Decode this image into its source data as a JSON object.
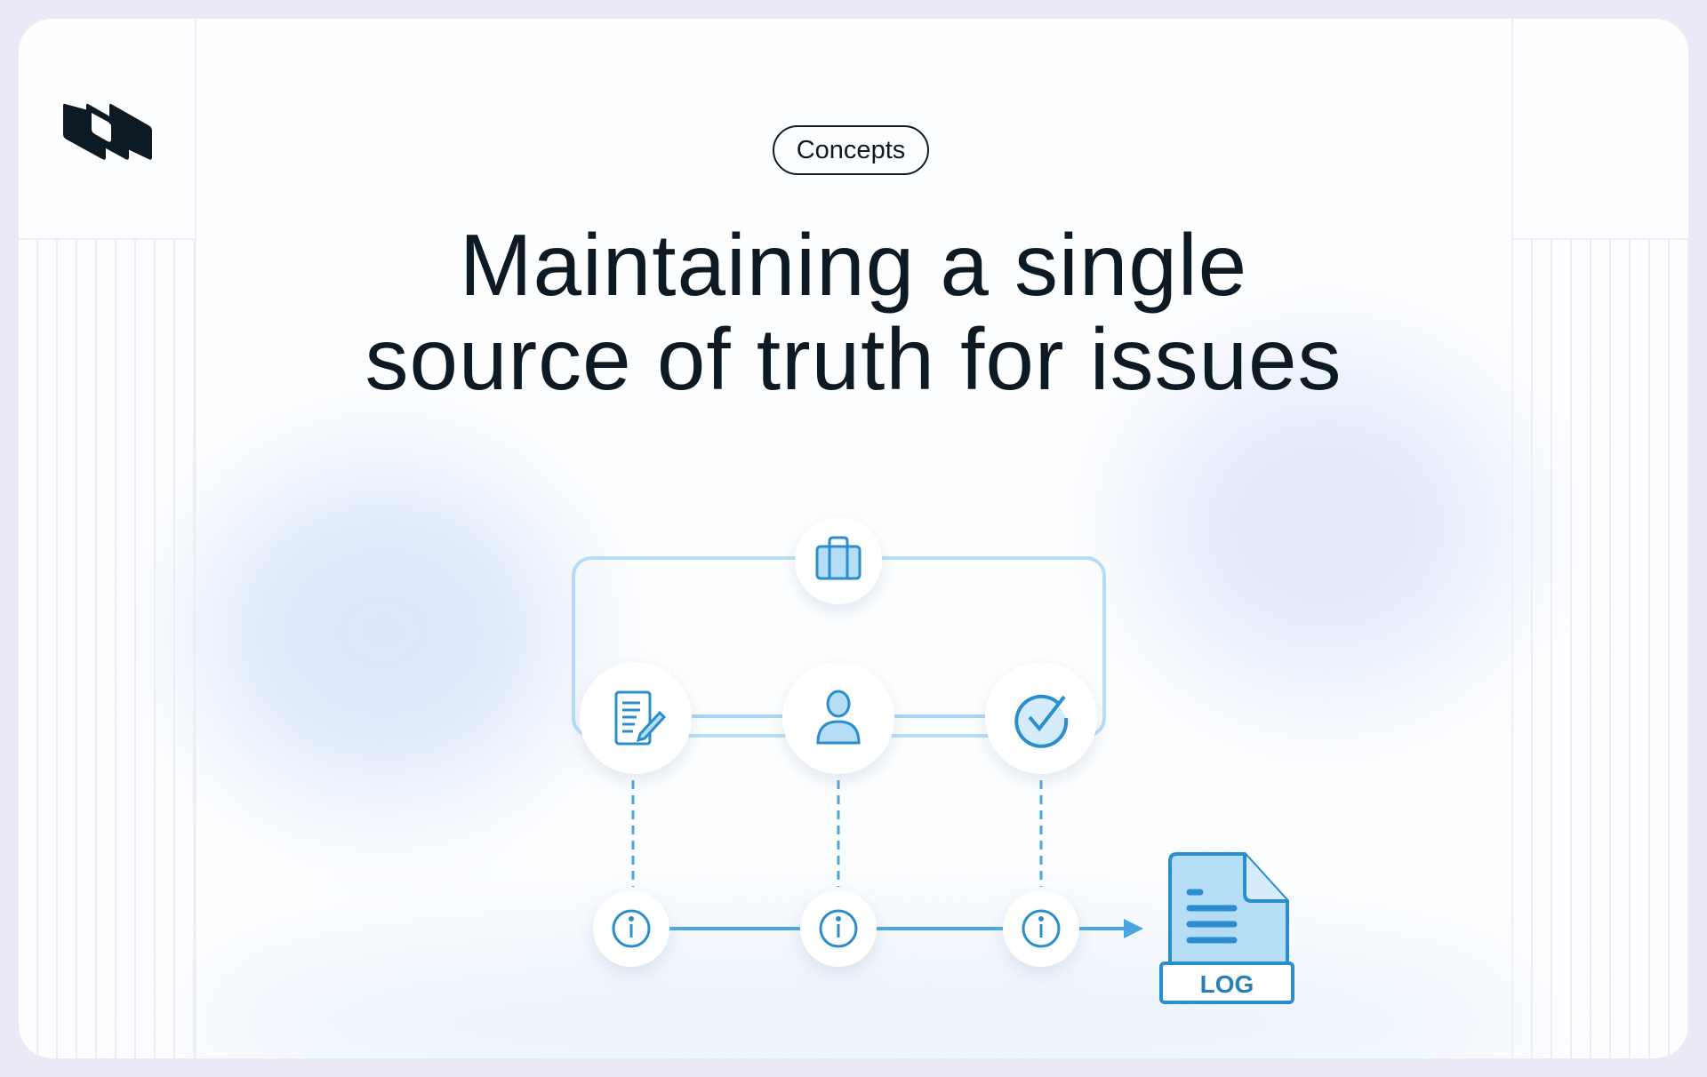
{
  "badge": {
    "label": "Concepts"
  },
  "title": {
    "line1": "Maintaining a single",
    "line2": "source of truth for issues"
  },
  "diagram": {
    "top_node": {
      "icon": "briefcase-icon"
    },
    "middle_nodes": [
      {
        "icon": "document-edit-icon"
      },
      {
        "icon": "user-icon"
      },
      {
        "icon": "check-circle-icon"
      }
    ],
    "bottom_nodes": [
      {
        "icon": "info-icon"
      },
      {
        "icon": "info-icon"
      },
      {
        "icon": "info-icon"
      }
    ],
    "log_file": {
      "icon": "log-file-icon",
      "label": "LOG"
    }
  },
  "colors": {
    "accent": "#2a8dcc",
    "accent_light": "#b5ddf6",
    "line": "#a8d5f1",
    "text": "#0d1a24",
    "frame": "#ebe9f5"
  }
}
